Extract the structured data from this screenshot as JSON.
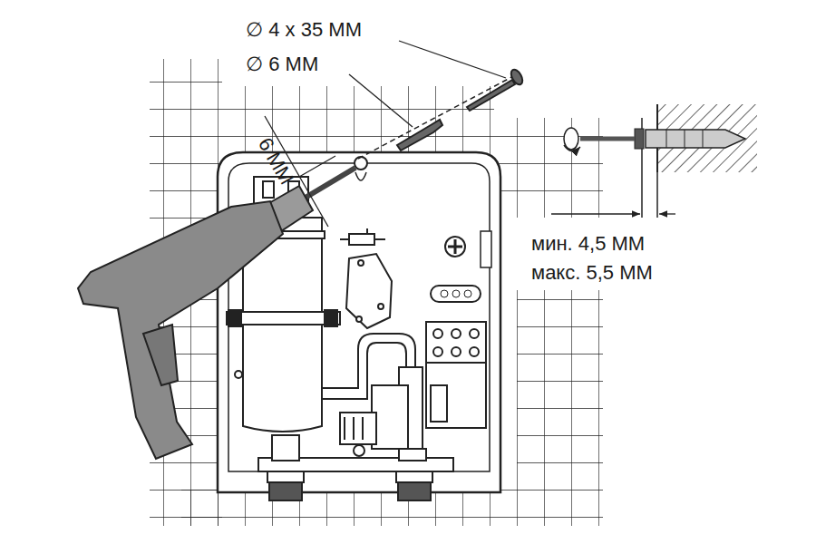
{
  "diagram": {
    "labels": [
      "∅ 4 x 35 ММ",
      "∅ 6 ММ",
      "6 ММ",
      "мин. 4,5 ММ",
      "макс. 5,5 ММ"
    ]
  }
}
